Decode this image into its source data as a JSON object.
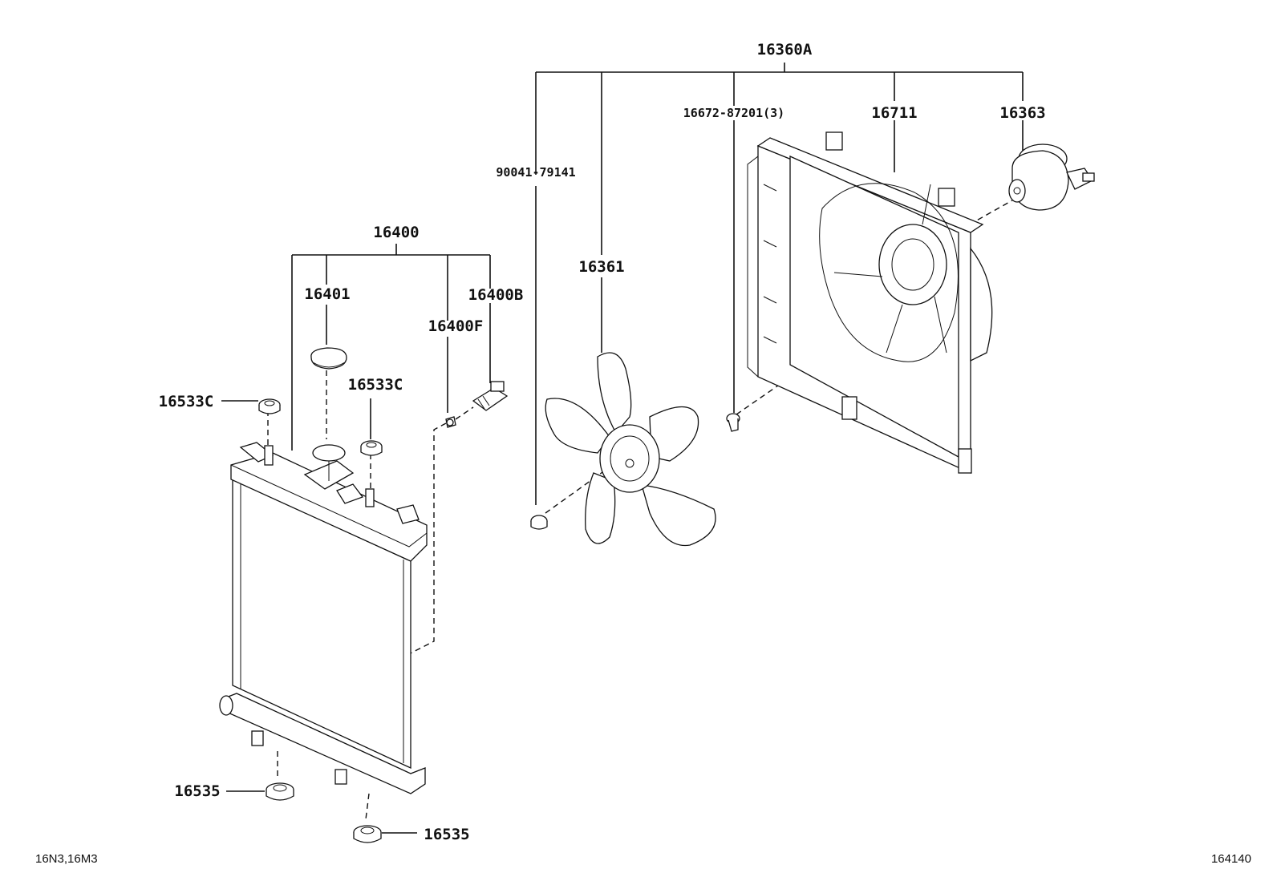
{
  "labels": {
    "assy_fan": "16360A",
    "bolt": "16672-87201(3)",
    "shroud": "16711",
    "motor": "16363",
    "nut": "90041-79141",
    "fan": "16361",
    "radiator_assy": "16400",
    "cap": "16401",
    "drain_cock": "16400B",
    "drain_plug": "16400F",
    "cushion_upper_left": "16533C",
    "cushion_upper_right": "16533C",
    "support_lower_left": "16535",
    "support_lower_right": "16535"
  },
  "footer": {
    "applicability": "16N3,16M3",
    "figure_number": "164140"
  }
}
